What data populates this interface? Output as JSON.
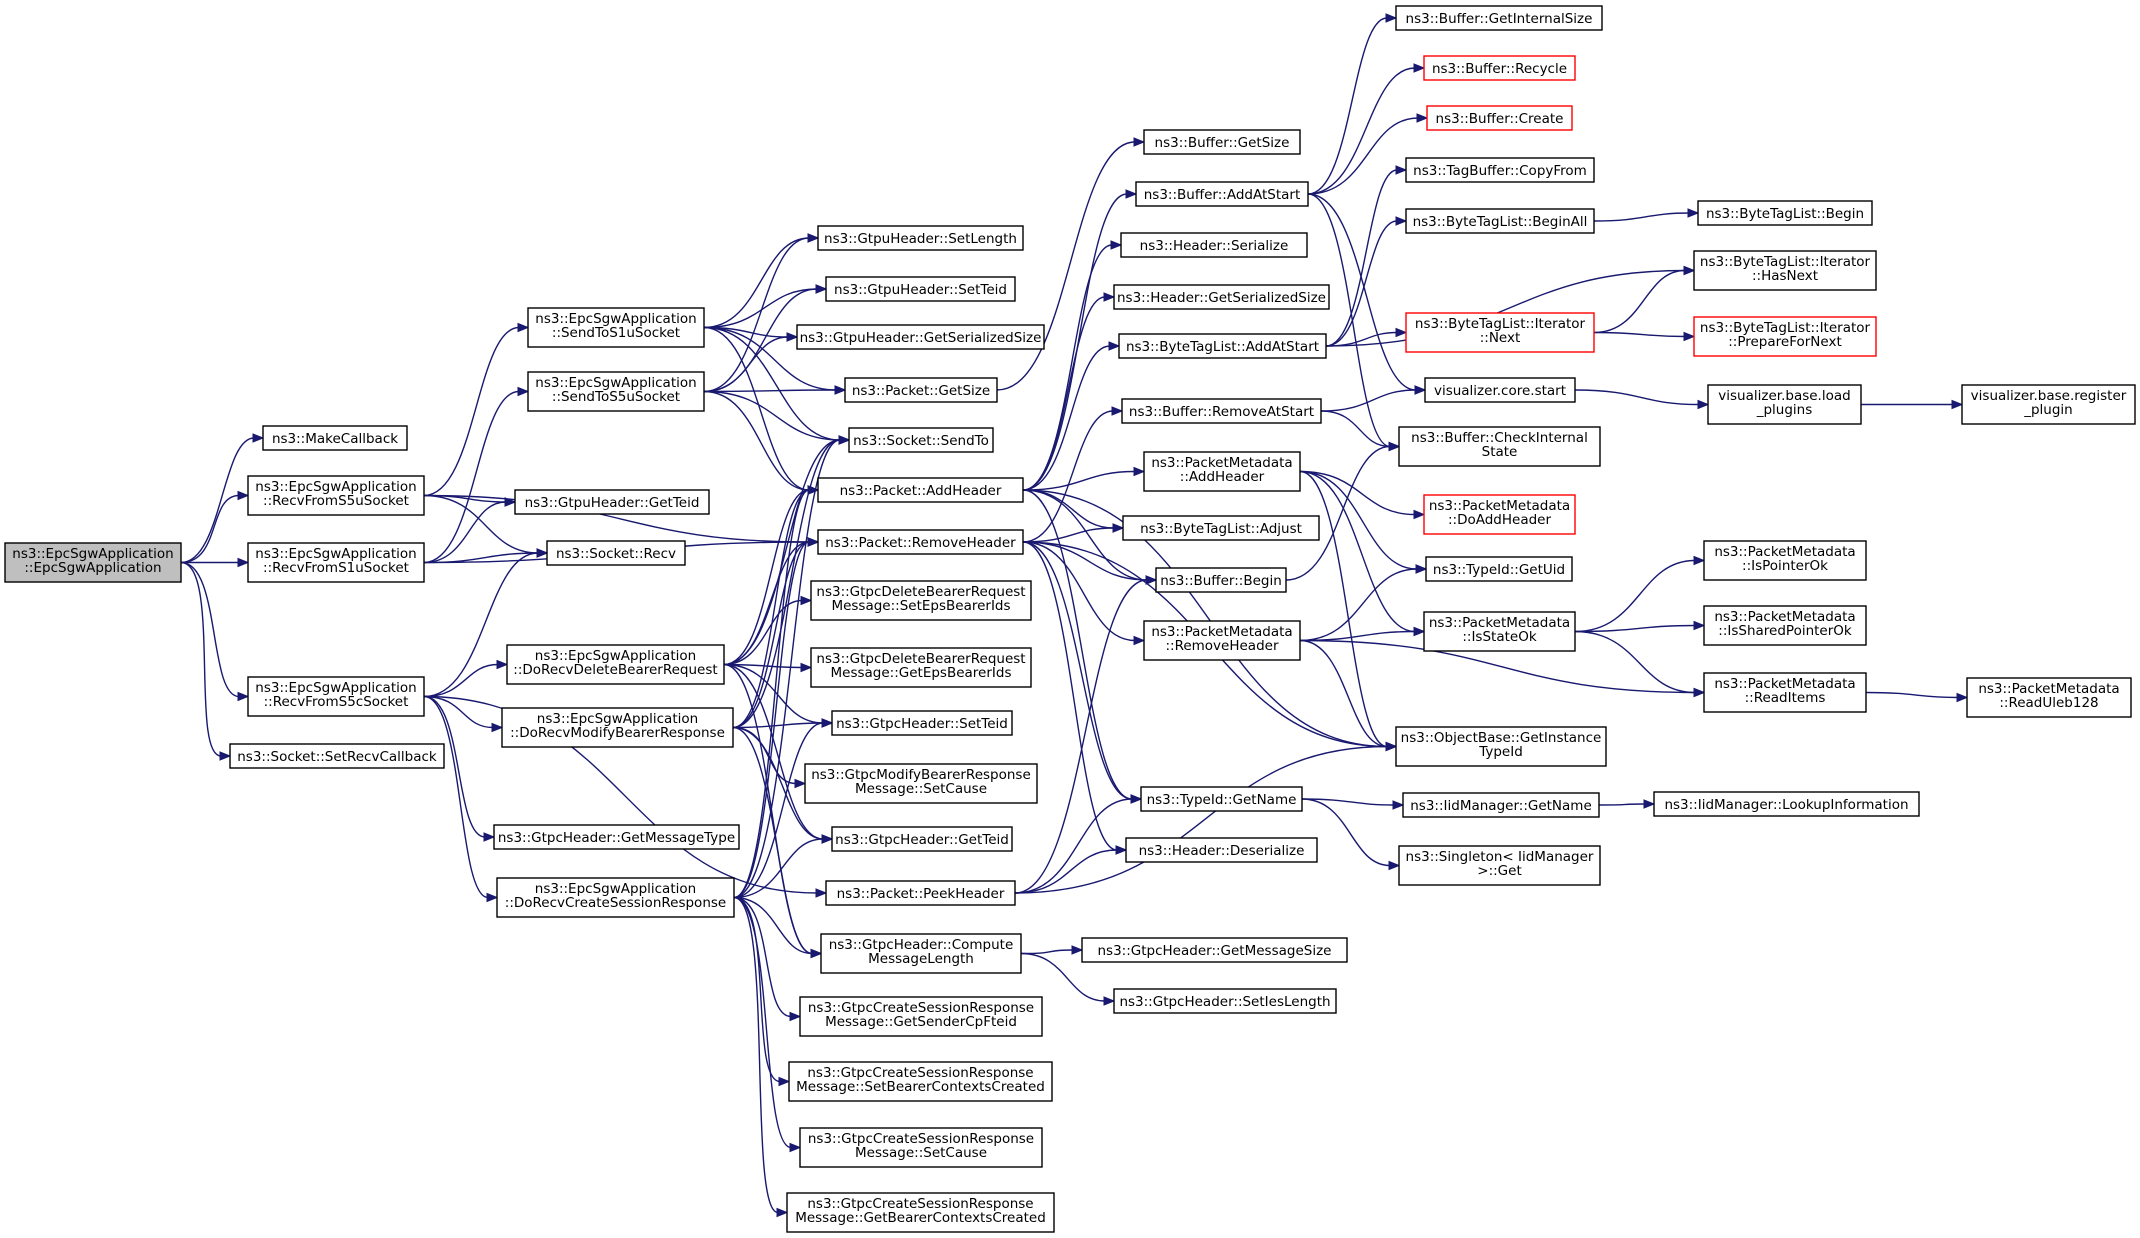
{
  "diagram": {
    "type": "doxygen-call-graph",
    "colors": {
      "edge": "#191970",
      "root_fill": "#bfbfbf",
      "node_border": "#000000",
      "truncated_border": "#ff0000"
    },
    "nodes": [
      {
        "id": "root",
        "lines": [
          "ns3::EpcSgwApplication",
          "::EpcSgwApplication"
        ],
        "root": true
      },
      {
        "id": "makecb",
        "lines": [
          "ns3::MakeCallback"
        ]
      },
      {
        "id": "rs5u",
        "lines": [
          "ns3::EpcSgwApplication",
          "::RecvFromS5uSocket"
        ]
      },
      {
        "id": "rs1u",
        "lines": [
          "ns3::EpcSgwApplication",
          "::RecvFromS1uSocket"
        ]
      },
      {
        "id": "rs5c",
        "lines": [
          "ns3::EpcSgwApplication",
          "::RecvFromS5cSocket"
        ]
      },
      {
        "id": "setrecvcb",
        "lines": [
          "ns3::Socket::SetRecvCallback"
        ]
      },
      {
        "id": "sts1u",
        "lines": [
          "ns3::EpcSgwApplication",
          "::SendToS1uSocket"
        ]
      },
      {
        "id": "sts5u",
        "lines": [
          "ns3::EpcSgwApplication",
          "::SendToS5uSocket"
        ]
      },
      {
        "id": "gtpugetteid",
        "lines": [
          "ns3::GtpuHeader::GetTeid"
        ]
      },
      {
        "id": "sockrecv",
        "lines": [
          "ns3::Socket::Recv"
        ]
      },
      {
        "id": "dodelete",
        "lines": [
          "ns3::EpcSgwApplication",
          "::DoRecvDeleteBearerRequest"
        ]
      },
      {
        "id": "domodify",
        "lines": [
          "ns3::EpcSgwApplication",
          "::DoRecvModifyBearerResponse"
        ]
      },
      {
        "id": "getmsgtype",
        "lines": [
          "ns3::GtpcHeader::GetMessageType"
        ]
      },
      {
        "id": "docreate",
        "lines": [
          "ns3::EpcSgwApplication",
          "::DoRecvCreateSessionResponse"
        ]
      },
      {
        "id": "gtpusetlen",
        "lines": [
          "ns3::GtpuHeader::SetLength"
        ]
      },
      {
        "id": "gtpusetteid",
        "lines": [
          "ns3::GtpuHeader::SetTeid"
        ]
      },
      {
        "id": "gtpugetser",
        "lines": [
          "ns3::GtpuHeader::GetSerializedSize"
        ]
      },
      {
        "id": "pktgetsize",
        "lines": [
          "ns3::Packet::GetSize"
        ]
      },
      {
        "id": "socksendto",
        "lines": [
          "ns3::Socket::SendTo"
        ]
      },
      {
        "id": "pktaddhdr",
        "lines": [
          "ns3::Packet::AddHeader"
        ]
      },
      {
        "id": "pktremhdr",
        "lines": [
          "ns3::Packet::RemoveHeader"
        ]
      },
      {
        "id": "delsetids",
        "lines": [
          "ns3::GtpcDeleteBearerRequest",
          "Message::SetEpsBearerIds"
        ]
      },
      {
        "id": "delgetids",
        "lines": [
          "ns3::GtpcDeleteBearerRequest",
          "Message::GetEpsBearerIds"
        ]
      },
      {
        "id": "gtpcsetteid",
        "lines": [
          "ns3::GtpcHeader::SetTeid"
        ]
      },
      {
        "id": "modsetcause",
        "lines": [
          "ns3::GtpcModifyBearerResponse",
          "Message::SetCause"
        ]
      },
      {
        "id": "gtpcgetteid",
        "lines": [
          "ns3::GtpcHeader::GetTeid"
        ]
      },
      {
        "id": "pktpeek",
        "lines": [
          "ns3::Packet::PeekHeader"
        ]
      },
      {
        "id": "compmsglen",
        "lines": [
          "ns3::GtpcHeader::Compute",
          "MessageLength"
        ]
      },
      {
        "id": "csgetsender",
        "lines": [
          "ns3::GtpcCreateSessionResponse",
          "Message::GetSenderCpFteid"
        ]
      },
      {
        "id": "cssetbearer",
        "lines": [
          "ns3::GtpcCreateSessionResponse",
          "Message::SetBearerContextsCreated"
        ]
      },
      {
        "id": "cssetcause",
        "lines": [
          "ns3::GtpcCreateSessionResponse",
          "Message::SetCause"
        ]
      },
      {
        "id": "csgetbearer",
        "lines": [
          "ns3::GtpcCreateSessionResponse",
          "Message::GetBearerContextsCreated"
        ]
      },
      {
        "id": "bufgetsize",
        "lines": [
          "ns3::Buffer::GetSize"
        ]
      },
      {
        "id": "bufaddstart",
        "lines": [
          "ns3::Buffer::AddAtStart"
        ]
      },
      {
        "id": "hdrser",
        "lines": [
          "ns3::Header::Serialize"
        ]
      },
      {
        "id": "hdrgetser",
        "lines": [
          "ns3::Header::GetSerializedSize"
        ]
      },
      {
        "id": "btladdstart",
        "lines": [
          "ns3::ByteTagList::AddAtStart"
        ]
      },
      {
        "id": "bufremstart",
        "lines": [
          "ns3::Buffer::RemoveAtStart"
        ]
      },
      {
        "id": "pmaddhdr",
        "lines": [
          "ns3::PacketMetadata",
          "::AddHeader"
        ]
      },
      {
        "id": "btladjust",
        "lines": [
          "ns3::ByteTagList::Adjust"
        ]
      },
      {
        "id": "bufbegin",
        "lines": [
          "ns3::Buffer::Begin"
        ]
      },
      {
        "id": "pmremhdr",
        "lines": [
          "ns3::PacketMetadata",
          "::RemoveHeader"
        ]
      },
      {
        "id": "tidgetname",
        "lines": [
          "ns3::TypeId::GetName"
        ]
      },
      {
        "id": "hdrdeser",
        "lines": [
          "ns3::Header::Deserialize"
        ]
      },
      {
        "id": "gtpcgetmsgsize",
        "lines": [
          "ns3::GtpcHeader::GetMessageSize"
        ]
      },
      {
        "id": "gtpcsetieslen",
        "lines": [
          "ns3::GtpcHeader::SetIesLength"
        ]
      },
      {
        "id": "bufgetint",
        "lines": [
          "ns3::Buffer::GetInternalSize"
        ]
      },
      {
        "id": "bufrecycle",
        "lines": [
          "ns3::Buffer::Recycle"
        ],
        "truncated": true
      },
      {
        "id": "bufcreate",
        "lines": [
          "ns3::Buffer::Create"
        ],
        "truncated": true
      },
      {
        "id": "tagbufcopy",
        "lines": [
          "ns3::TagBuffer::CopyFrom"
        ]
      },
      {
        "id": "btlbeginall",
        "lines": [
          "ns3::ByteTagList::BeginAll"
        ]
      },
      {
        "id": "btliternext",
        "lines": [
          "ns3::ByteTagList::Iterator",
          "::Next"
        ],
        "truncated": true
      },
      {
        "id": "vizcorestart",
        "lines": [
          "visualizer.core.start"
        ]
      },
      {
        "id": "bufcheck",
        "lines": [
          "ns3::Buffer::CheckInternal",
          "State"
        ]
      },
      {
        "id": "pmdoadd",
        "lines": [
          "ns3::PacketMetadata",
          "::DoAddHeader"
        ],
        "truncated": true
      },
      {
        "id": "tidgetuid",
        "lines": [
          "ns3::TypeId::GetUid"
        ]
      },
      {
        "id": "pmisstate",
        "lines": [
          "ns3::PacketMetadata",
          "::IsStateOk"
        ]
      },
      {
        "id": "objgettid",
        "lines": [
          "ns3::ObjectBase::GetInstance",
          "TypeId"
        ]
      },
      {
        "id": "iidgetname",
        "lines": [
          "ns3::IidManager::GetName"
        ]
      },
      {
        "id": "singleton",
        "lines": [
          "ns3::Singleton< IidManager",
          ">::Get"
        ]
      },
      {
        "id": "btlbegin",
        "lines": [
          "ns3::ByteTagList::Begin"
        ]
      },
      {
        "id": "btlhasnext",
        "lines": [
          "ns3::ByteTagList::Iterator",
          "::HasNext"
        ]
      },
      {
        "id": "btlprepnext",
        "lines": [
          "ns3::ByteTagList::Iterator",
          "::PrepareForNext"
        ],
        "truncated": true
      },
      {
        "id": "vizbaseload",
        "lines": [
          "visualizer.base.load",
          "_plugins"
        ]
      },
      {
        "id": "pmispointer",
        "lines": [
          "ns3::PacketMetadata",
          "::IsPointerOk"
        ]
      },
      {
        "id": "pmisshared",
        "lines": [
          "ns3::PacketMetadata",
          "::IsSharedPointerOk"
        ]
      },
      {
        "id": "pmreaditems",
        "lines": [
          "ns3::PacketMetadata",
          "::ReadItems"
        ]
      },
      {
        "id": "iidlookup",
        "lines": [
          "ns3::IidManager::LookupInformation"
        ]
      },
      {
        "id": "vizbasereg",
        "lines": [
          "visualizer.base.register",
          "_plugin"
        ]
      },
      {
        "id": "pmreaduleb",
        "lines": [
          "ns3::PacketMetadata",
          "::ReadUleb128"
        ]
      }
    ],
    "edges": [
      [
        "root",
        "makecb"
      ],
      [
        "root",
        "rs5u"
      ],
      [
        "root",
        "rs1u"
      ],
      [
        "root",
        "rs5c"
      ],
      [
        "root",
        "setrecvcb"
      ],
      [
        "rs5u",
        "sts1u"
      ],
      [
        "rs5u",
        "gtpugetteid"
      ],
      [
        "rs5u",
        "sockrecv"
      ],
      [
        "rs5u",
        "pktremhdr"
      ],
      [
        "rs1u",
        "sts5u"
      ],
      [
        "rs1u",
        "gtpugetteid"
      ],
      [
        "rs1u",
        "sockrecv"
      ],
      [
        "rs1u",
        "pktremhdr"
      ],
      [
        "rs5c",
        "sockrecv"
      ],
      [
        "rs5c",
        "dodelete"
      ],
      [
        "rs5c",
        "domodify"
      ],
      [
        "rs5c",
        "getmsgtype"
      ],
      [
        "rs5c",
        "docreate"
      ],
      [
        "rs5c",
        "pktpeek"
      ],
      [
        "sts1u",
        "gtpusetlen"
      ],
      [
        "sts1u",
        "gtpusetteid"
      ],
      [
        "sts1u",
        "gtpugetser"
      ],
      [
        "sts1u",
        "pktgetsize"
      ],
      [
        "sts1u",
        "socksendto"
      ],
      [
        "sts1u",
        "pktaddhdr"
      ],
      [
        "sts5u",
        "gtpusetlen"
      ],
      [
        "sts5u",
        "gtpusetteid"
      ],
      [
        "sts5u",
        "gtpugetser"
      ],
      [
        "sts5u",
        "pktgetsize"
      ],
      [
        "sts5u",
        "socksendto"
      ],
      [
        "sts5u",
        "pktaddhdr"
      ],
      [
        "dodelete",
        "socksendto"
      ],
      [
        "dodelete",
        "pktaddhdr"
      ],
      [
        "dodelete",
        "pktremhdr"
      ],
      [
        "dodelete",
        "delsetids"
      ],
      [
        "dodelete",
        "delgetids"
      ],
      [
        "dodelete",
        "gtpcsetteid"
      ],
      [
        "dodelete",
        "gtpcgetteid"
      ],
      [
        "dodelete",
        "compmsglen"
      ],
      [
        "domodify",
        "socksendto"
      ],
      [
        "domodify",
        "pktaddhdr"
      ],
      [
        "domodify",
        "pktremhdr"
      ],
      [
        "domodify",
        "gtpcsetteid"
      ],
      [
        "domodify",
        "modsetcause"
      ],
      [
        "domodify",
        "gtpcgetteid"
      ],
      [
        "domodify",
        "compmsglen"
      ],
      [
        "docreate",
        "socksendto"
      ],
      [
        "docreate",
        "pktaddhdr"
      ],
      [
        "docreate",
        "pktremhdr"
      ],
      [
        "docreate",
        "gtpcsetteid"
      ],
      [
        "docreate",
        "gtpcgetteid"
      ],
      [
        "docreate",
        "compmsglen"
      ],
      [
        "docreate",
        "csgetsender"
      ],
      [
        "docreate",
        "cssetbearer"
      ],
      [
        "docreate",
        "cssetcause"
      ],
      [
        "docreate",
        "csgetbearer"
      ],
      [
        "pktgetsize",
        "bufgetsize"
      ],
      [
        "pktaddhdr",
        "bufaddstart"
      ],
      [
        "pktaddhdr",
        "hdrser"
      ],
      [
        "pktaddhdr",
        "hdrgetser"
      ],
      [
        "pktaddhdr",
        "btladdstart"
      ],
      [
        "pktaddhdr",
        "pmaddhdr"
      ],
      [
        "pktaddhdr",
        "btladjust"
      ],
      [
        "pktaddhdr",
        "bufbegin"
      ],
      [
        "pktaddhdr",
        "tidgetname"
      ],
      [
        "pktaddhdr",
        "objgettid"
      ],
      [
        "pktremhdr",
        "bufremstart"
      ],
      [
        "pktremhdr",
        "btladjust"
      ],
      [
        "pktremhdr",
        "bufbegin"
      ],
      [
        "pktremhdr",
        "pmremhdr"
      ],
      [
        "pktremhdr",
        "tidgetname"
      ],
      [
        "pktremhdr",
        "hdrdeser"
      ],
      [
        "pktremhdr",
        "objgettid"
      ],
      [
        "pktpeek",
        "bufbegin"
      ],
      [
        "pktpeek",
        "tidgetname"
      ],
      [
        "pktpeek",
        "hdrdeser"
      ],
      [
        "pktpeek",
        "objgettid"
      ],
      [
        "compmsglen",
        "gtpcgetmsgsize"
      ],
      [
        "compmsglen",
        "gtpcsetieslen"
      ],
      [
        "bufaddstart",
        "bufgetint"
      ],
      [
        "bufaddstart",
        "bufrecycle"
      ],
      [
        "bufaddstart",
        "bufcreate"
      ],
      [
        "bufaddstart",
        "vizcorestart"
      ],
      [
        "bufaddstart",
        "bufcheck"
      ],
      [
        "btladdstart",
        "tagbufcopy"
      ],
      [
        "btladdstart",
        "btlbeginall"
      ],
      [
        "btladdstart",
        "btliternext"
      ],
      [
        "btladdstart",
        "btlhasnext"
      ],
      [
        "bufremstart",
        "vizcorestart"
      ],
      [
        "bufremstart",
        "bufcheck"
      ],
      [
        "pmaddhdr",
        "pmdoadd"
      ],
      [
        "pmaddhdr",
        "tidgetuid"
      ],
      [
        "pmaddhdr",
        "pmisstate"
      ],
      [
        "pmaddhdr",
        "objgettid"
      ],
      [
        "bufbegin",
        "bufcheck"
      ],
      [
        "pmremhdr",
        "tidgetuid"
      ],
      [
        "pmremhdr",
        "pmisstate"
      ],
      [
        "pmremhdr",
        "objgettid"
      ],
      [
        "pmremhdr",
        "pmreaditems"
      ],
      [
        "tidgetname",
        "iidgetname"
      ],
      [
        "tidgetname",
        "singleton"
      ],
      [
        "btlbeginall",
        "btlbegin"
      ],
      [
        "btliternext",
        "btlhasnext"
      ],
      [
        "btliternext",
        "btlprepnext"
      ],
      [
        "vizcorestart",
        "vizbaseload"
      ],
      [
        "pmisstate",
        "pmispointer"
      ],
      [
        "pmisstate",
        "pmisshared"
      ],
      [
        "pmisstate",
        "pmreaditems"
      ],
      [
        "iidgetname",
        "iidlookup"
      ],
      [
        "vizbaseload",
        "vizbasereg"
      ],
      [
        "pmreaditems",
        "pmreaduleb"
      ]
    ]
  }
}
